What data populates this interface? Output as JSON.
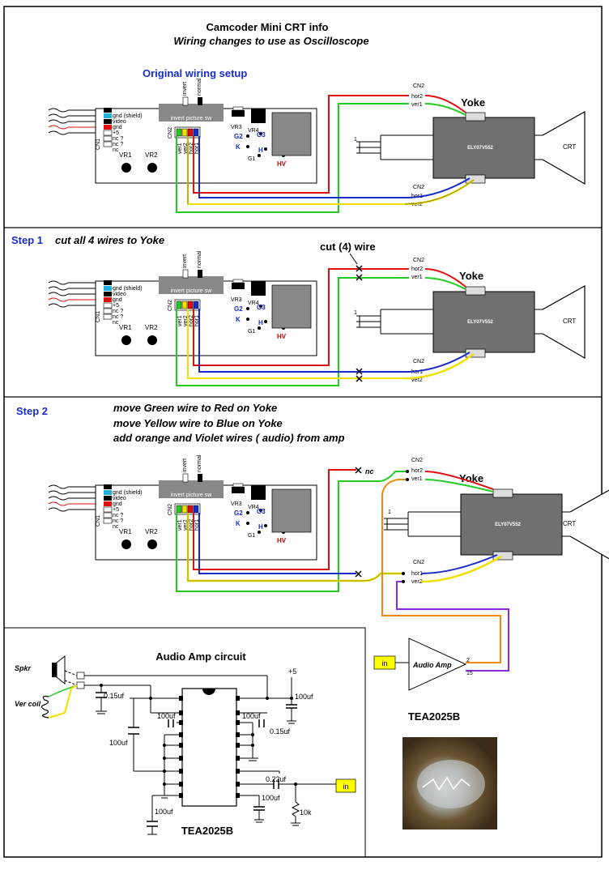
{
  "header": {
    "title": "Camcoder Mini CRT info",
    "subtitle": "Wiring changes to use as Oscilloscope",
    "original_label": "Original wiring setup"
  },
  "step1": {
    "label": "Step 1",
    "text": "cut all 4 wires to Yoke",
    "cut_label": "cut (4) wire"
  },
  "step2": {
    "label": "Step 2",
    "lines": [
      "move Green wire to Red on Yoke",
      "move Yellow wire to Blue on Yoke",
      "add orange and Violet wires ( audio) from amp"
    ],
    "nc_label": "nc"
  },
  "board": {
    "connector_labels": [
      "gnd (shield)",
      "video",
      "gnd",
      "+5",
      "nc ?",
      "nc ?",
      "nc"
    ],
    "cn1": "CN1",
    "cn2": "CN2",
    "switch_invert": "invert",
    "switch_normal": "normal",
    "switch_panel": "invert picture sw",
    "wire_labels": [
      "ver1",
      "ver2",
      "hor2",
      "hor1"
    ],
    "vr1": "VR1",
    "vr2": "VR2",
    "vr3": "VR3",
    "vr4": "VR4",
    "g2": "G2",
    "g3": "G3",
    "k": "K",
    "h": "H",
    "g1": "G1",
    "hv": "HV"
  },
  "yoke": {
    "title": "Yoke",
    "part": "ELY07V552",
    "crt": "CRT",
    "cn2": "CN2",
    "hor2": "hor2",
    "ver1": "ver1",
    "hor1": "hor1",
    "ver2": "ver2",
    "pin1": "1"
  },
  "amp": {
    "in_label": "in",
    "amp_label": "Audio Amp",
    "pin2": "2",
    "pin15": "15",
    "chip_name": "TEA2025B"
  },
  "circuit": {
    "title": "Audio Amp circuit",
    "spkr": "Spkr",
    "ver_coil": "Ver coil",
    "plus5": "+5",
    "c_015a": "0.15uf",
    "c_100a": "100uf",
    "c_100b": "100uf",
    "c_100c": "100uf",
    "c_100d": "100uf",
    "c_015b": "0.15uf",
    "c_100e": "100uf",
    "c_022": "0.22uf",
    "c_100f": "100uf",
    "r_10k": "10k",
    "in_label": "in",
    "chip_label": "TEA2025B"
  },
  "colors": {
    "red": "#e01010",
    "green": "#22cc22",
    "blue": "#1a2cc8",
    "yellow": "#f0e000",
    "orange": "#f08a10",
    "violet": "#8a2be2",
    "yoke_body": "#707070"
  }
}
